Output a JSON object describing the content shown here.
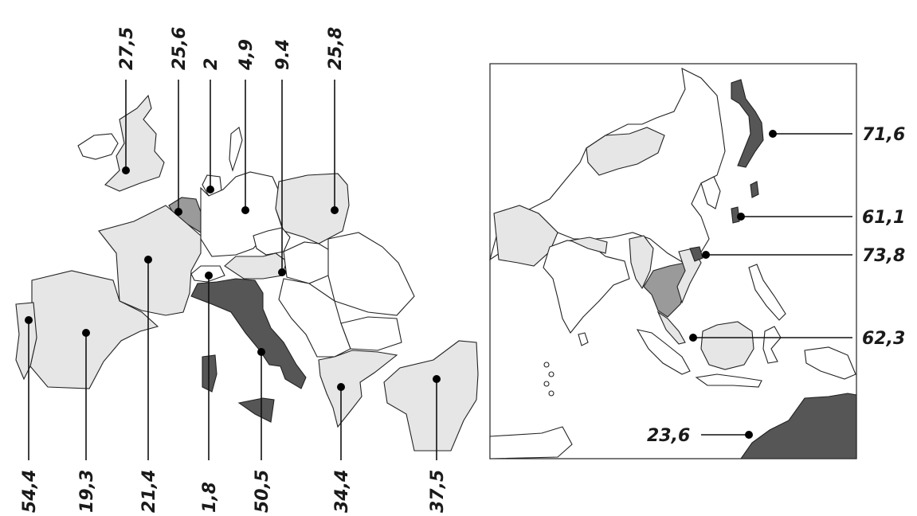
{
  "europe_values": [
    {
      "country": "UK",
      "value": "27,5",
      "shade": "light"
    },
    {
      "country": "Belgium",
      "value": "25,6",
      "shade": "mid"
    },
    {
      "country": "Netherlands",
      "value": "2",
      "shade": "white"
    },
    {
      "country": "Germany",
      "value": "4,9",
      "shade": "white"
    },
    {
      "country": "Czech Republic",
      "value": "9.4",
      "shade": "white"
    },
    {
      "country": "Poland",
      "value": "25,8",
      "shade": "light"
    },
    {
      "country": "Portugal",
      "value": "54,4",
      "shade": "light"
    },
    {
      "country": "Spain",
      "value": "19,3",
      "shade": "light"
    },
    {
      "country": "France",
      "value": "21,4",
      "shade": "light"
    },
    {
      "country": "Switzerland",
      "value": "1,8",
      "shade": "white"
    },
    {
      "country": "Italy",
      "value": "50,5",
      "shade": "dark"
    },
    {
      "country": "Greece",
      "value": "34,4",
      "shade": "light"
    },
    {
      "country": "Turkey",
      "value": "37,5",
      "shade": "light"
    }
  ],
  "asia_values": [
    {
      "country": "Japan",
      "value": "71,6",
      "shade": "dark"
    },
    {
      "country": "Taiwan",
      "value": "61,1",
      "shade": "dark"
    },
    {
      "country": "Hong Kong",
      "value": "73,8",
      "shade": "dark"
    },
    {
      "country": "Singapore",
      "value": "62,3",
      "shade": "dark"
    },
    {
      "country": "Australia",
      "value": "23,6",
      "shade": "dark"
    }
  ]
}
